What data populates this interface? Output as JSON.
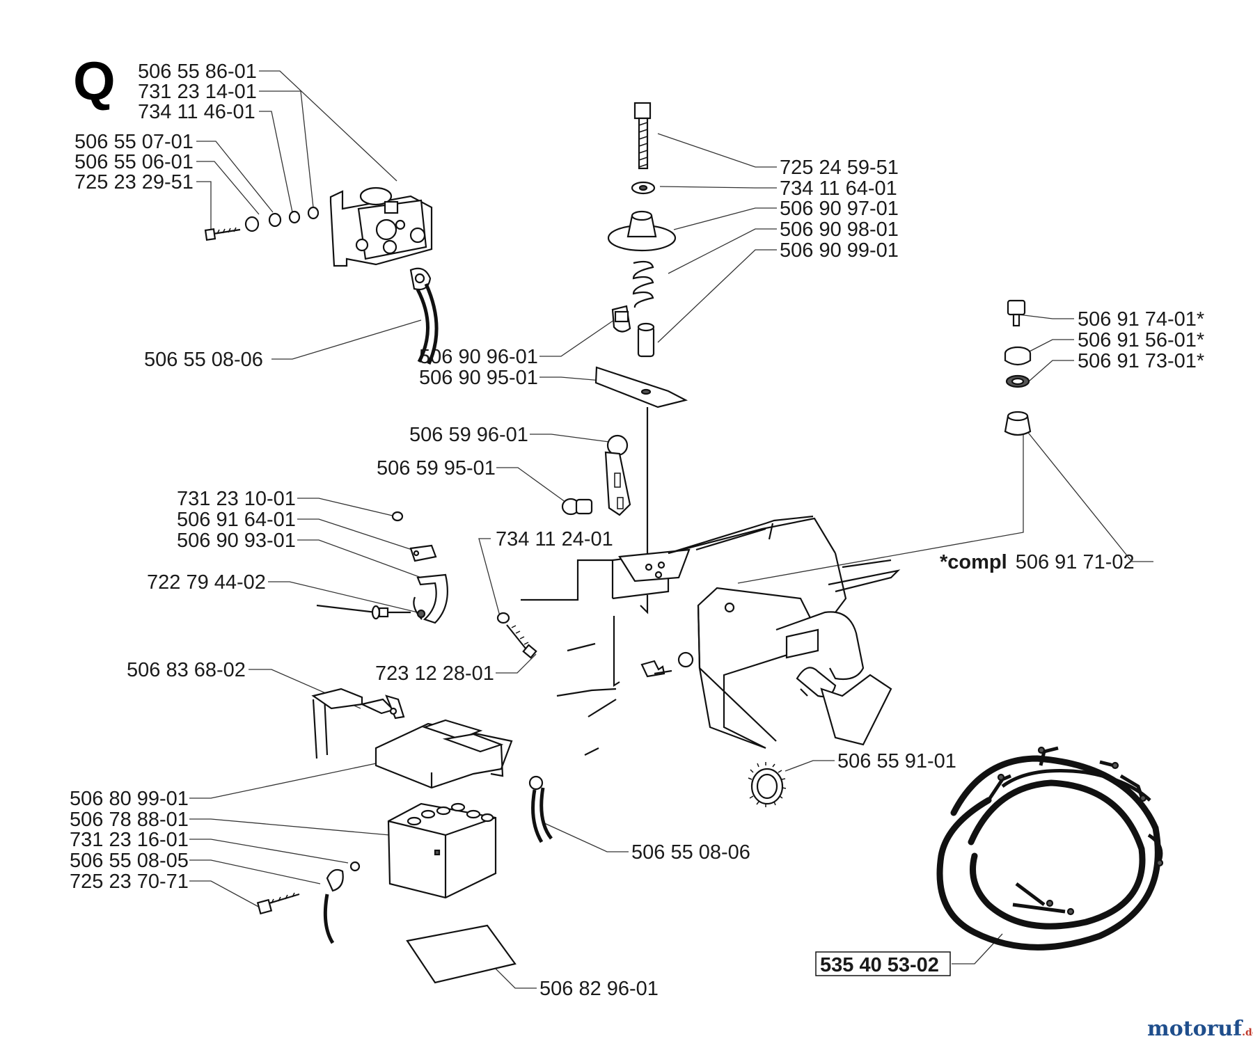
{
  "section_letter": "Q",
  "labels": [
    "506 55 86-01",
    "731 23 14-01",
    "734 11 46-01",
    "506 55 07-01",
    "506 55 06-01",
    "725 23 29-51",
    "506 55 08-06",
    "725 24 59-51",
    "734 11 64-01",
    "506 90 97-01",
    "506 90 98-01",
    "506 90 99-01",
    "506 90 96-01",
    "506 90 95-01",
    "506 91 74-01*",
    "506 91 56-01*",
    "506 91 73-01*",
    "506 59 96-01",
    "506 59 95-01",
    "731 23 10-01",
    "506 91 64-01",
    "506 90 93-01",
    "734 11 24-01",
    "722 79 44-02",
    "723 12 28-01",
    "506 83 68-02",
    "506 80 99-01",
    "506 78 88-01",
    "731 23 16-01",
    "506 55 08-05",
    "725 23 70-71",
    "506 55 91-01",
    "506 55 08-06",
    "506 82 96-01"
  ],
  "compl_prefix": "*compl",
  "compl_number": "506 91 71-02",
  "harness_number": "535 40 53-02",
  "watermark": {
    "main": "motoruf",
    "suffix": ".de",
    "main_color": "#1f4e8c",
    "suffix_color": "#c0392b"
  }
}
